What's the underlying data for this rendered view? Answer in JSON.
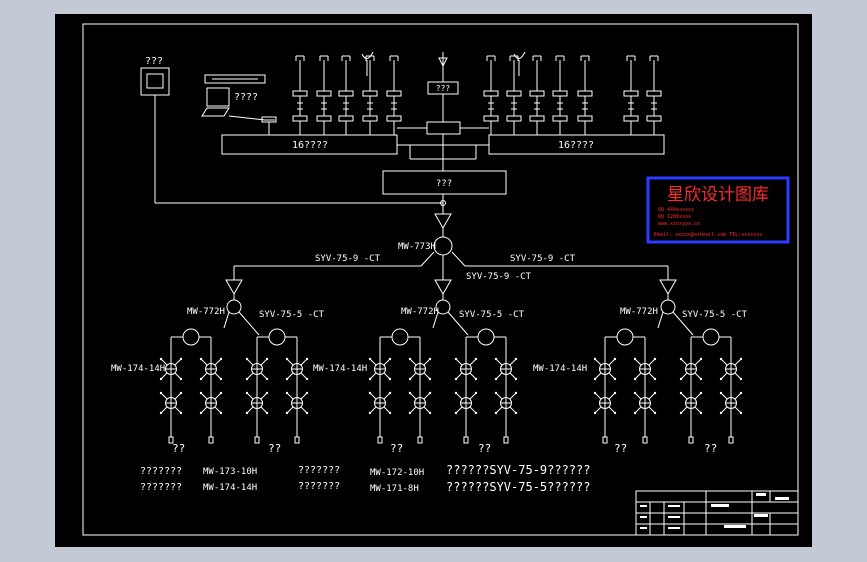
{
  "colors": {
    "background": "#c3cad6",
    "sheet": "#000000",
    "line": "#ffffff",
    "stamp_border": "#2a3cff",
    "stamp_text": "#ff2a2a"
  },
  "top": {
    "computer_label": "???",
    "terminal_label": "????",
    "center_box_label": "???",
    "left_mixer_label": "16????",
    "right_mixer_label": "16????",
    "amp_box_label": "???"
  },
  "stamp": {
    "title": "星欣设计图库",
    "line1": "QQ 444xxxxxx",
    "line2": "QQ 1200xxxx",
    "line3": "www.xinxyyx.cn",
    "line4": "Email: xxxxx@hotmail.com  TEL:xxxxxxx"
  },
  "trunk": {
    "main_amp": "MW-773H",
    "cable_left": "SYV-75-9 -CT",
    "cable_right": "SYV-75-9 -CT",
    "cable_mid": "SYV-75-9 -CT"
  },
  "branches": [
    {
      "amp": "MW-772H",
      "cable": "SYV-75-5 -CT",
      "tap": "MW-174-14H",
      "end_left": "??",
      "end_right": "??"
    },
    {
      "amp": "MW-772H",
      "cable": "SYV-75-5 -CT",
      "tap": "MW-174-14H",
      "end_left": "??",
      "end_right": "??"
    },
    {
      "amp": "MW-772H",
      "cable": "SYV-75-5 -CT",
      "tap": "MW-174-14H",
      "end_left": "??",
      "end_right": "??"
    }
  ],
  "legend": {
    "r1c1": "???????",
    "r1c2": "MW-173-10H",
    "r2c1": "???????",
    "r2c2": "MW-174-14H",
    "r1c3": "???????",
    "r1c4": "MW-172-10H",
    "r2c3": "???????",
    "r2c4": "MW-171-8H",
    "r1c5": "??????SYV-75-9??????",
    "r2c5": "??????SYV-75-5??????"
  }
}
